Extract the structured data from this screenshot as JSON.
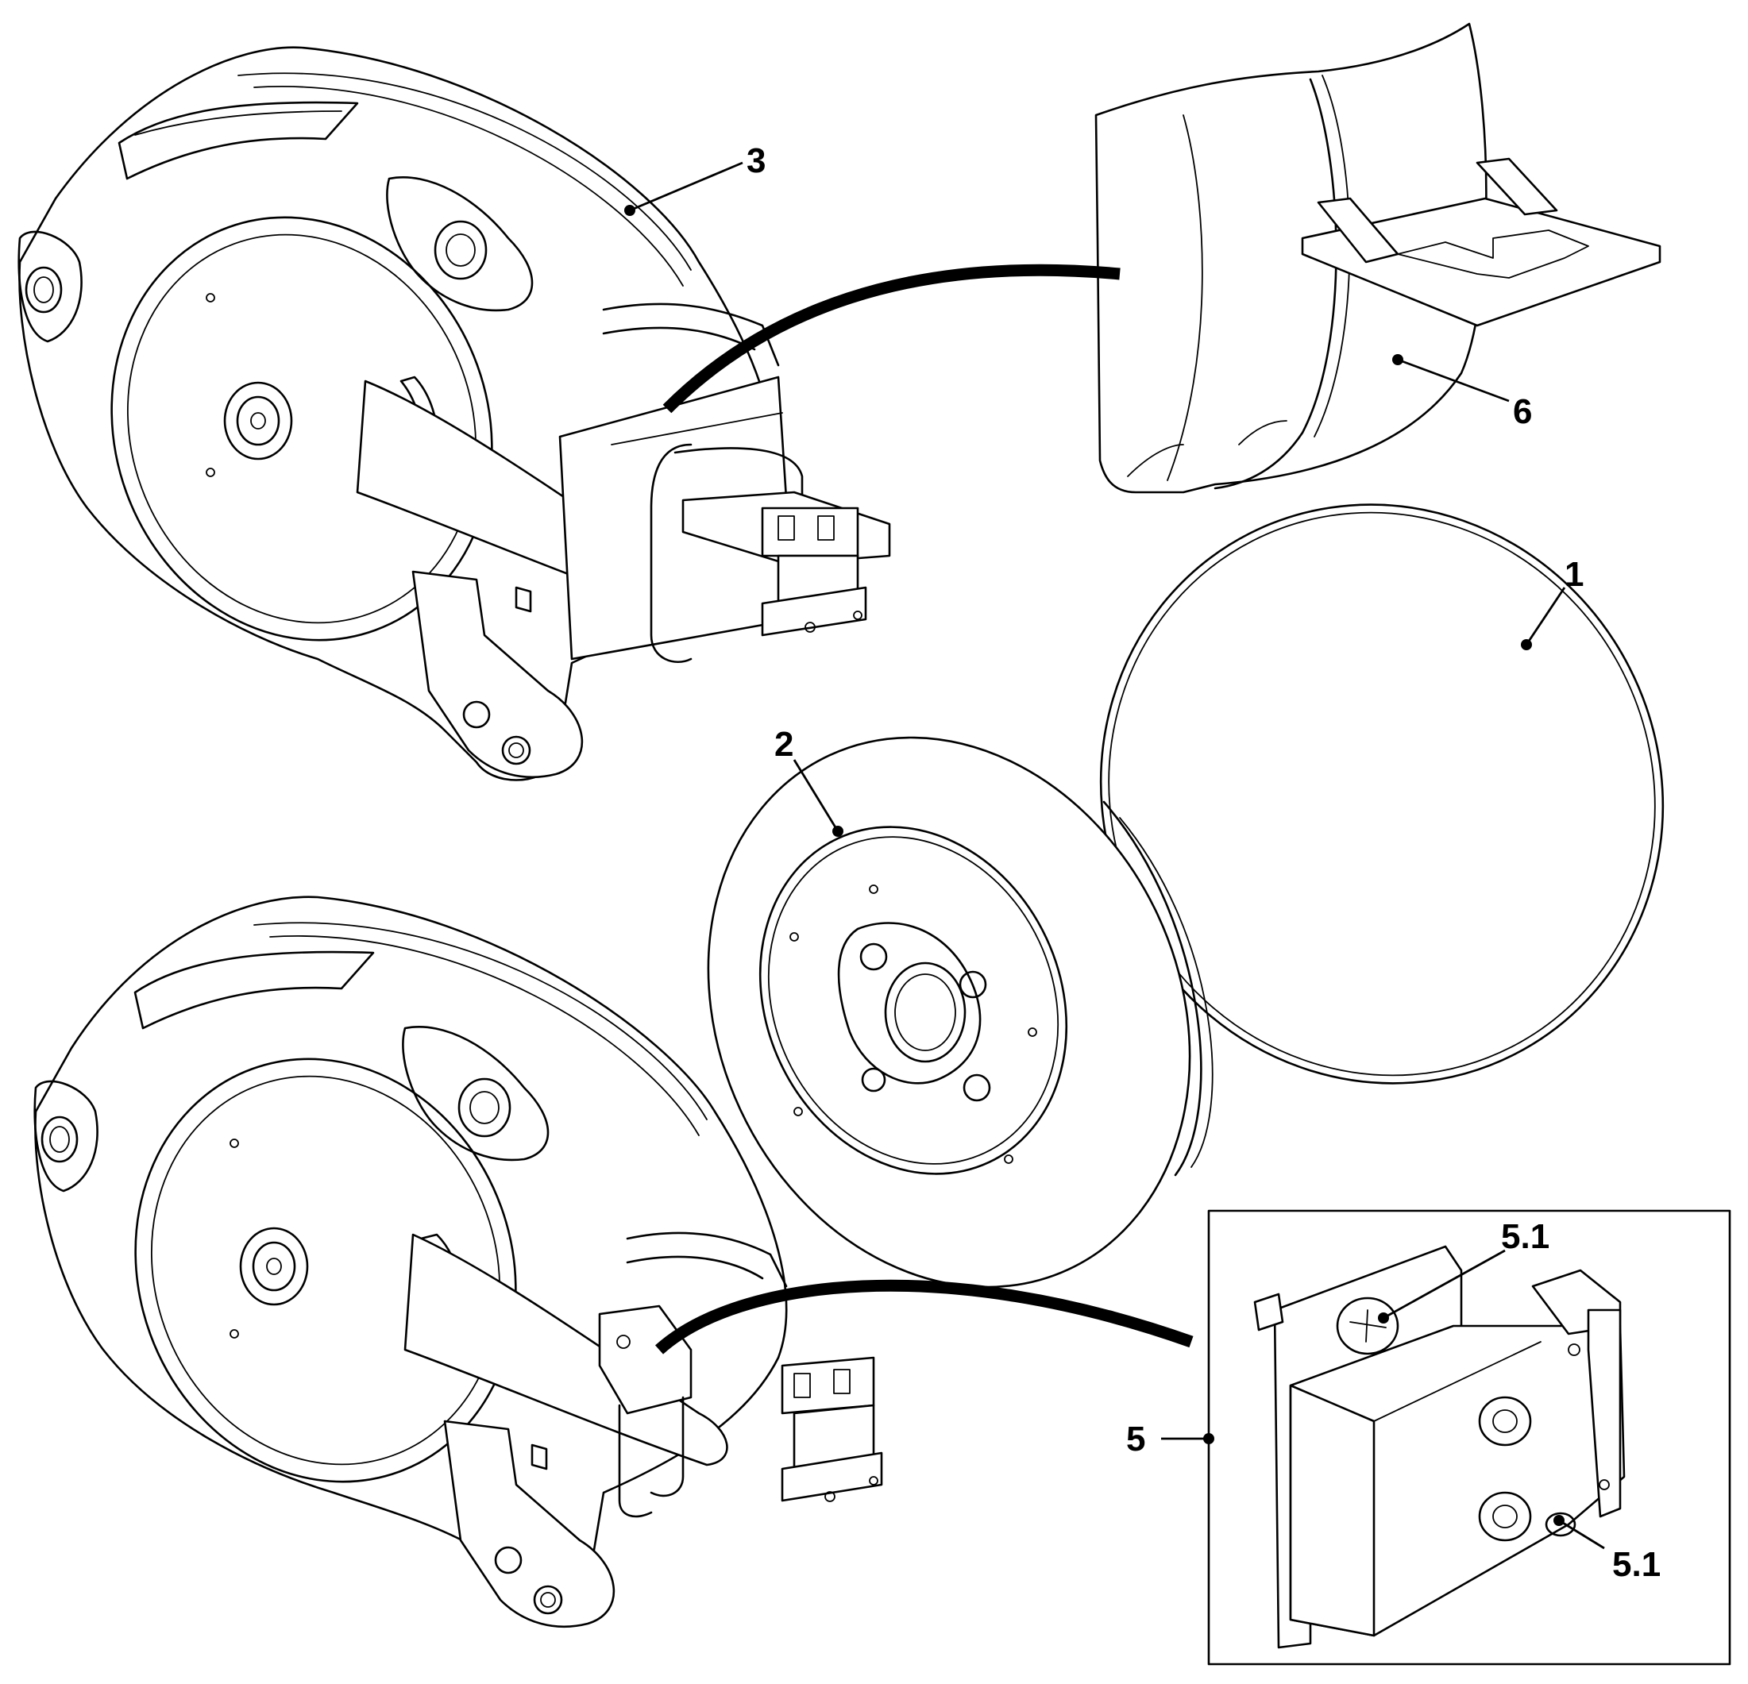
{
  "callouts": {
    "part_1": "1",
    "part_2": "2",
    "part_3": "3",
    "part_5": "5",
    "part_5_1_top": "5.1",
    "part_5_1_bottom": "5.1",
    "part_6": "6"
  }
}
